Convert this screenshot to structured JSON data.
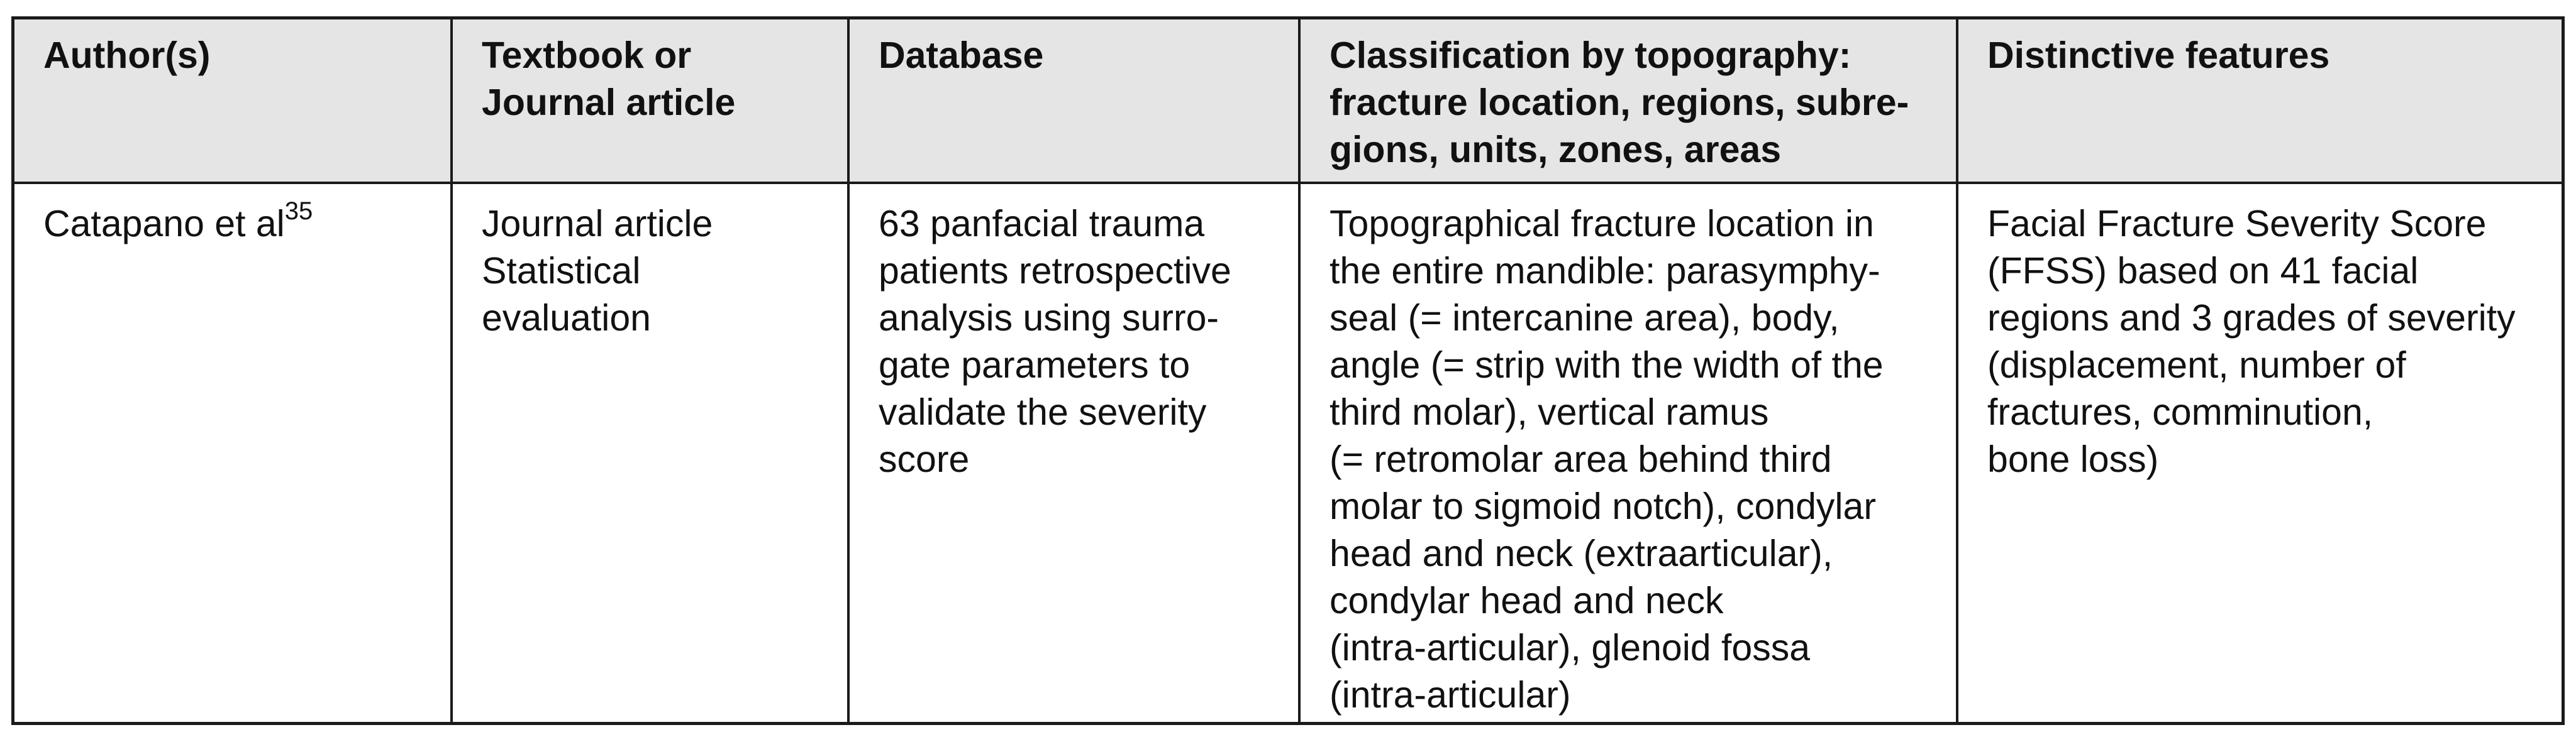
{
  "table": {
    "headers": [
      [
        "Author(s)"
      ],
      [
        "Textbook or",
        "Journal article"
      ],
      [
        "Database"
      ],
      [
        "Classification by topography:",
        "fracture location, regions, subre-",
        "gions, units, zones, areas"
      ],
      [
        "Distinctive features"
      ]
    ],
    "row": {
      "author": "Catapano et al",
      "author_ref": "35",
      "type": [
        "Journal article",
        "Statistical",
        "evaluation"
      ],
      "database": [
        "63 panfacial trauma",
        "patients retrospective",
        "analysis using surro-",
        "gate parameters to",
        "validate the severity",
        "score"
      ],
      "classification": [
        "Topographical fracture location in",
        "the entire mandible: parasymphy-",
        "seal (= intercanine area), body,",
        "angle (= strip with the width of the",
        "third molar), vertical ramus",
        "(= retromolar area behind third",
        "molar to sigmoid notch), condylar",
        "head and neck (extraarticular),",
        "condylar head and neck",
        "(intra-articular), glenoid fossa",
        "(intra-articular)"
      ],
      "features": [
        "Facial Fracture Severity Score",
        "(FFSS) based on 41 facial",
        "regions and 3 grades of severity",
        "(displacement, number of",
        "fractures, comminution,",
        "bone loss)"
      ]
    }
  }
}
